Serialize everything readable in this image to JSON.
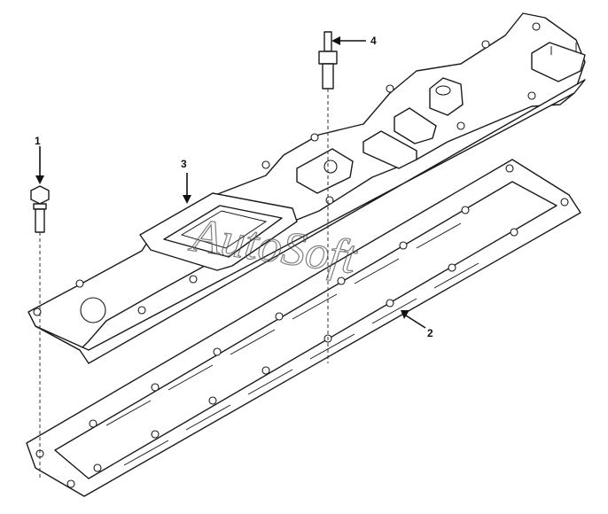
{
  "diagram": {
    "callouts": [
      {
        "id": "1",
        "label": "1"
      },
      {
        "id": "2",
        "label": "2"
      },
      {
        "id": "3",
        "label": "3"
      },
      {
        "id": "4",
        "label": "4"
      }
    ],
    "watermark": "AutoSoft",
    "colors": {
      "line": "#1a1a1a",
      "background": "#ffffff",
      "watermark": "#555555"
    }
  }
}
